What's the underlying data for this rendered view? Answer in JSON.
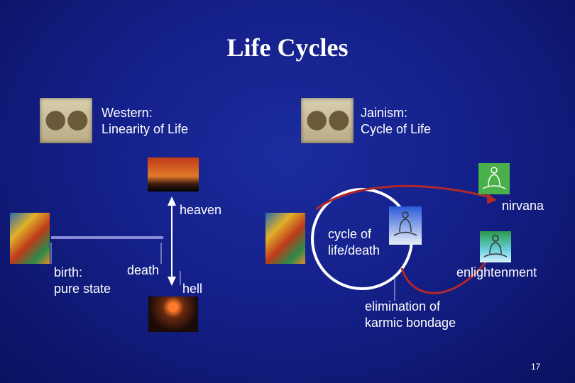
{
  "title": "Life Cycles",
  "western": {
    "line1": "Western:",
    "line2": "Linearity of Life"
  },
  "jainism": {
    "line1": "Jainism:",
    "line2": "Cycle of Life"
  },
  "labels": {
    "heaven": "heaven",
    "birth_line1": "birth:",
    "birth_line2": "pure state",
    "death": "death",
    "hell": "hell",
    "nirvana": "nirvana",
    "cycle_line1": "cycle of",
    "cycle_line2": "life/death",
    "enlightenment": "enlightenment",
    "elim_line1": "elimination of",
    "elim_line2": "karmic bondage"
  },
  "page_number": "17",
  "colors": {
    "background": "#14208a",
    "arrow_red": "#b0282a",
    "timeline_blue": "#8a8ad8"
  },
  "icons": {
    "map_western": "antique-world-map",
    "map_jainism": "antique-world-map",
    "heaven_image": "sunset-figure-photo",
    "hell_image": "volcano-photo",
    "painting_western": "jain-painting",
    "painting_jainism": "jain-painting",
    "meditator_top": "meditating-figure",
    "meditator_mid": "meditating-figure",
    "meditator_small": "meditating-figure"
  }
}
